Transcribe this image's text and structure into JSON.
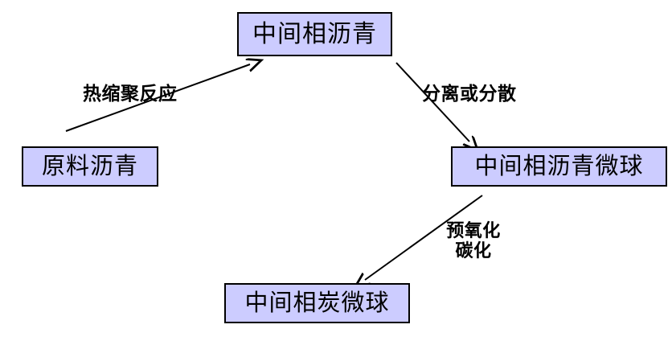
{
  "diagram": {
    "title_text": "",
    "background_color": "#ffffff",
    "node_fill_color": "#ccccff",
    "node_border_color": "#000000",
    "arrow_color": "#000000",
    "nodes": [
      {
        "id": "raw-pitch",
        "label": "原料沥青"
      },
      {
        "id": "mesophase-pitch",
        "label": "中间相沥青"
      },
      {
        "id": "mesophase-pitch-microsphere",
        "label": "中间相沥青微球"
      },
      {
        "id": "mesocarbon-microbead",
        "label": "中间相炭微球"
      }
    ],
    "edges": [
      {
        "id": "raw-to-mesophase",
        "from": "raw-pitch",
        "to": "mesophase-pitch",
        "label": "热缩聚反应"
      },
      {
        "id": "mesophase-to-microsphere",
        "from": "mesophase-pitch",
        "to": "mesophase-pitch-microsphere",
        "label": "分离或分散"
      },
      {
        "id": "microsphere-to-microbead",
        "from": "mesophase-pitch-microsphere",
        "to": "mesocarbon-microbead",
        "label_line1": "预氧化",
        "label_line2": "碳化"
      }
    ]
  }
}
